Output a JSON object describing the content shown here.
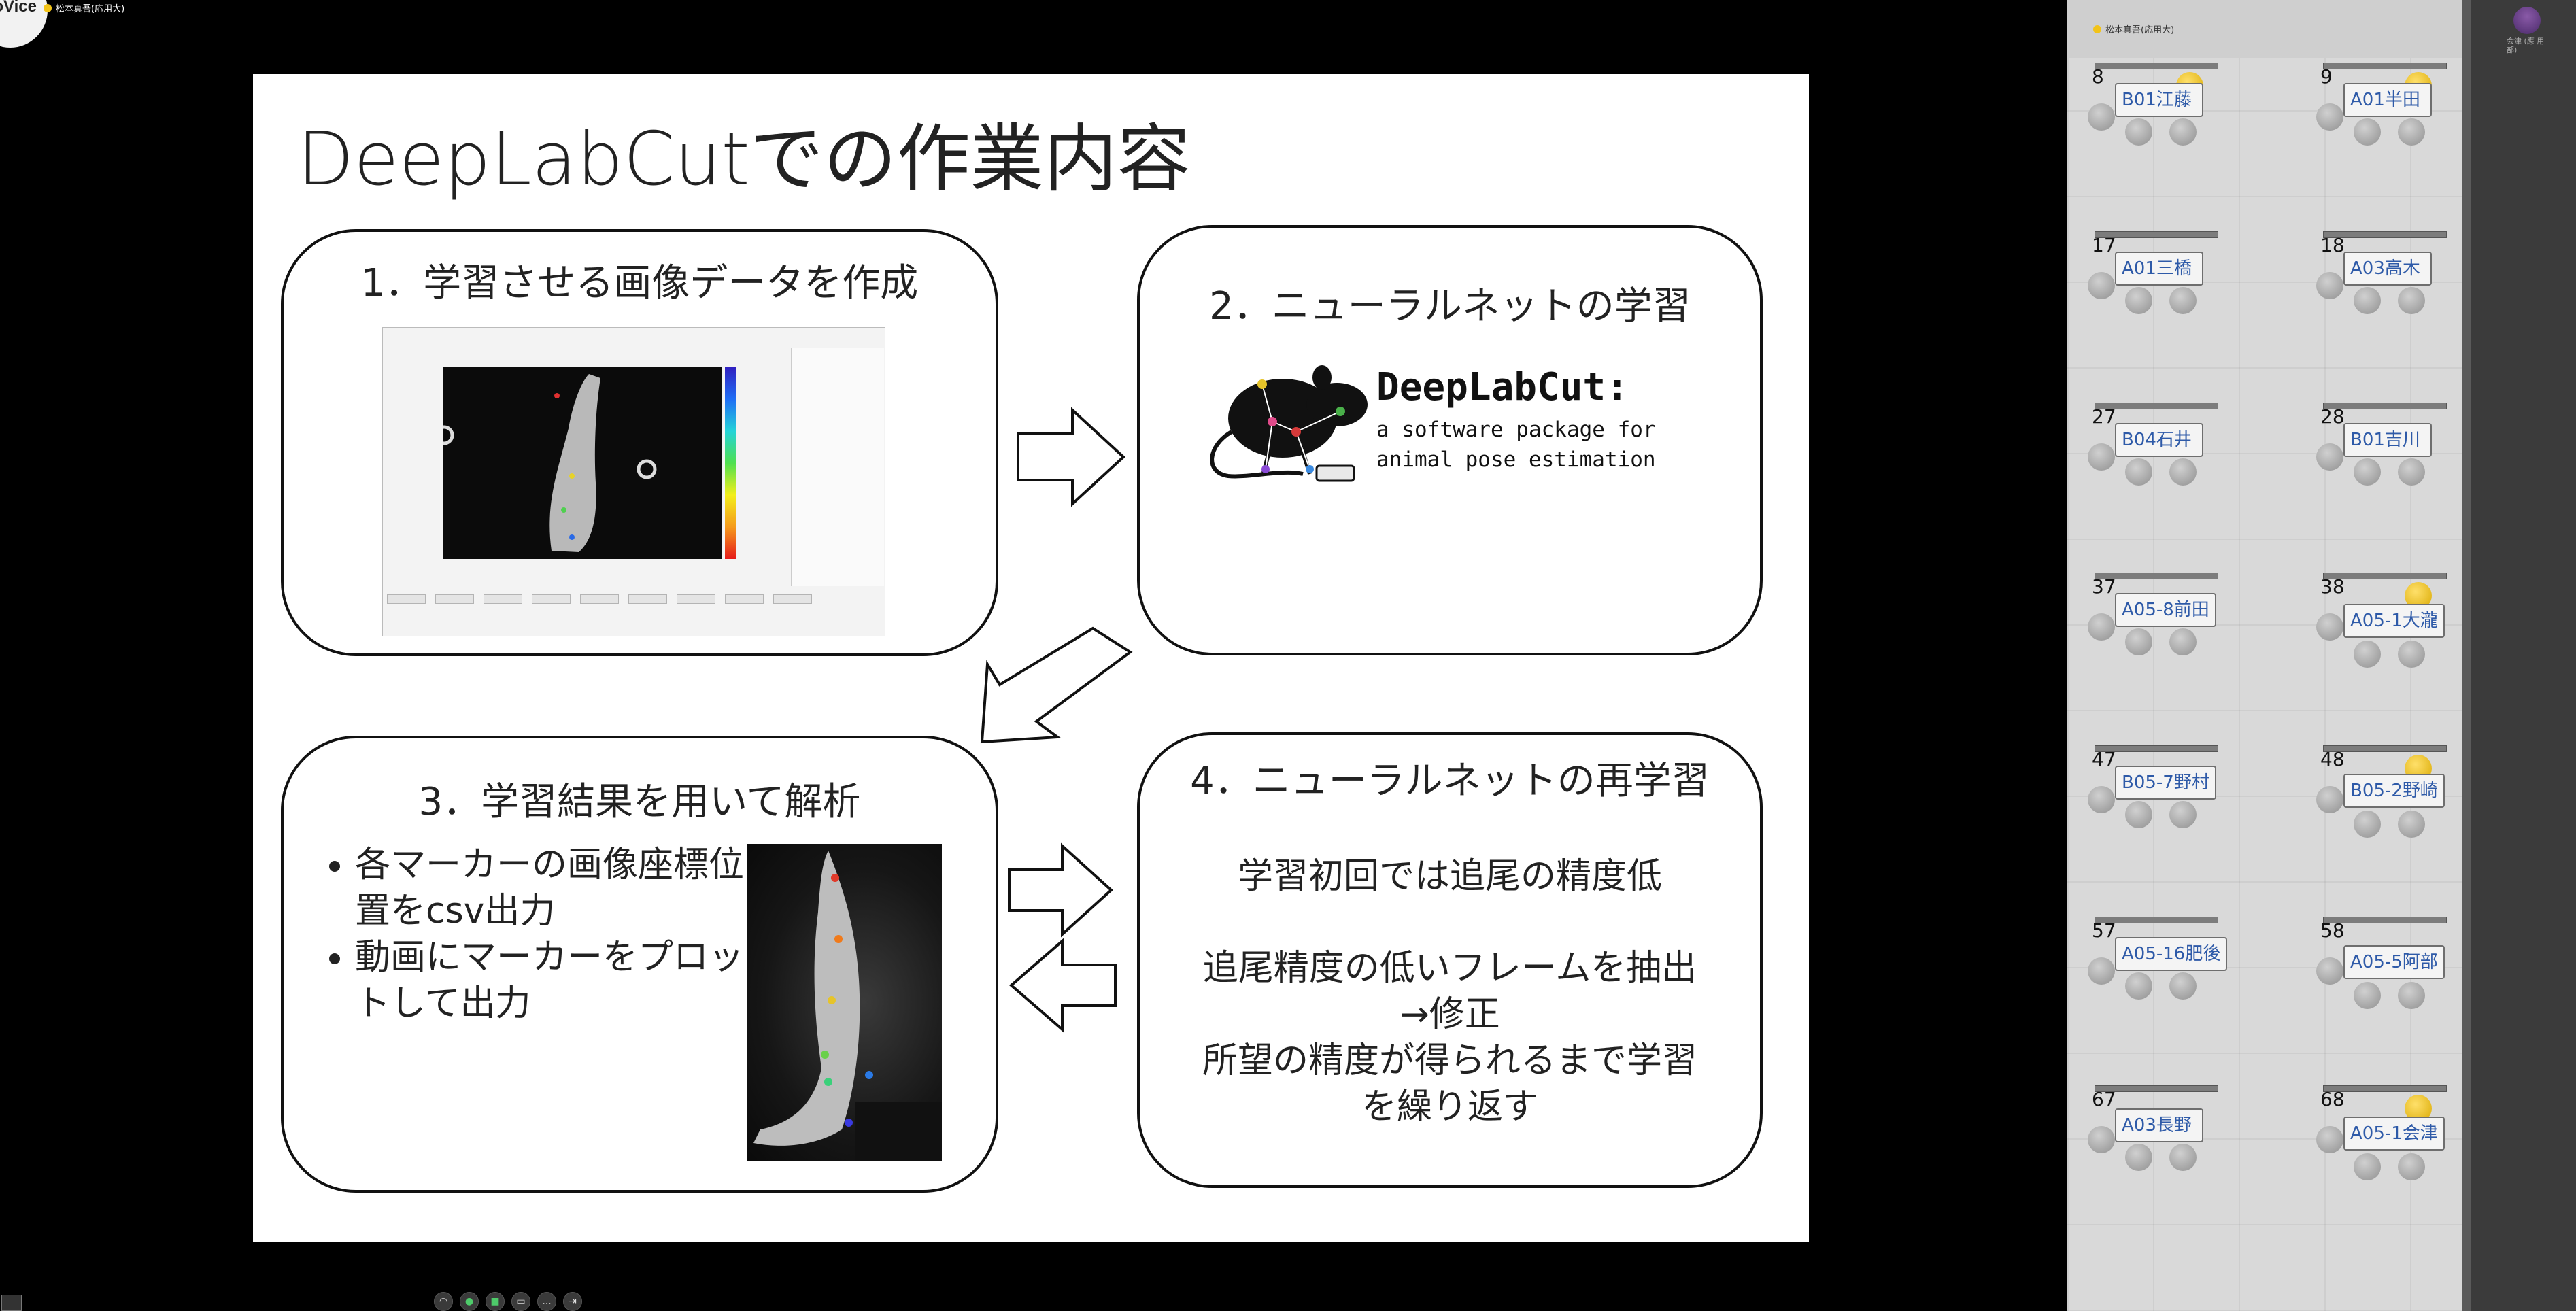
{
  "app": {
    "logo_text": "oVice",
    "presenter_name": "松本真吾(応用大)"
  },
  "slide": {
    "title": "DeepLabCutでの作業内容",
    "steps": [
      {
        "title": "1．学習させる画像データを作成"
      },
      {
        "title": "2．ニューラルネットの学習",
        "logo_name": "DeepLabCut:",
        "logo_tagline": "a software package for animal pose estimation"
      },
      {
        "title": "3．学習結果を用いて解析",
        "bullets": [
          "各マーカーの画像座標位置をcsv出力",
          "動画にマーカーをプロットして出力"
        ]
      },
      {
        "title": "4．ニューラルネットの再学習",
        "lines": [
          "学習初回では追尾の精度低",
          "追尾精度の低いフレームを抽出",
          "→修正",
          "所望の精度が得られるまで学習",
          "を繰り返す"
        ]
      }
    ]
  },
  "sidebar": {
    "header_name": "松本真吾(応用大)",
    "right_user_label": "会津 (應 用部)",
    "tables": [
      {
        "number": "8",
        "label": "B01江藤"
      },
      {
        "number": "9",
        "label": "A01半田"
      },
      {
        "number": "17",
        "label": "A01三橋"
      },
      {
        "number": "18",
        "label": "A03高木"
      },
      {
        "number": "27",
        "label": "B04石井"
      },
      {
        "number": "28",
        "label": "B01吉川"
      },
      {
        "number": "37",
        "label": "A05-8前田"
      },
      {
        "number": "38",
        "label": "A05-1大瀧"
      },
      {
        "number": "47",
        "label": "B05-7野村"
      },
      {
        "number": "48",
        "label": "B05-2野崎"
      },
      {
        "number": "57",
        "label": "A05-16肥後"
      },
      {
        "number": "58",
        "label": "A05-5阿部"
      },
      {
        "number": "67",
        "label": "A03長野"
      },
      {
        "number": "68",
        "label": "A05-1会津"
      }
    ]
  },
  "toolbar": {
    "more_label": "..."
  },
  "colors": {
    "slide_bg": "#ffffff",
    "desktop_bg": "#000000",
    "table_label": "#2e5aa8",
    "active_seat": "#f2c318"
  }
}
